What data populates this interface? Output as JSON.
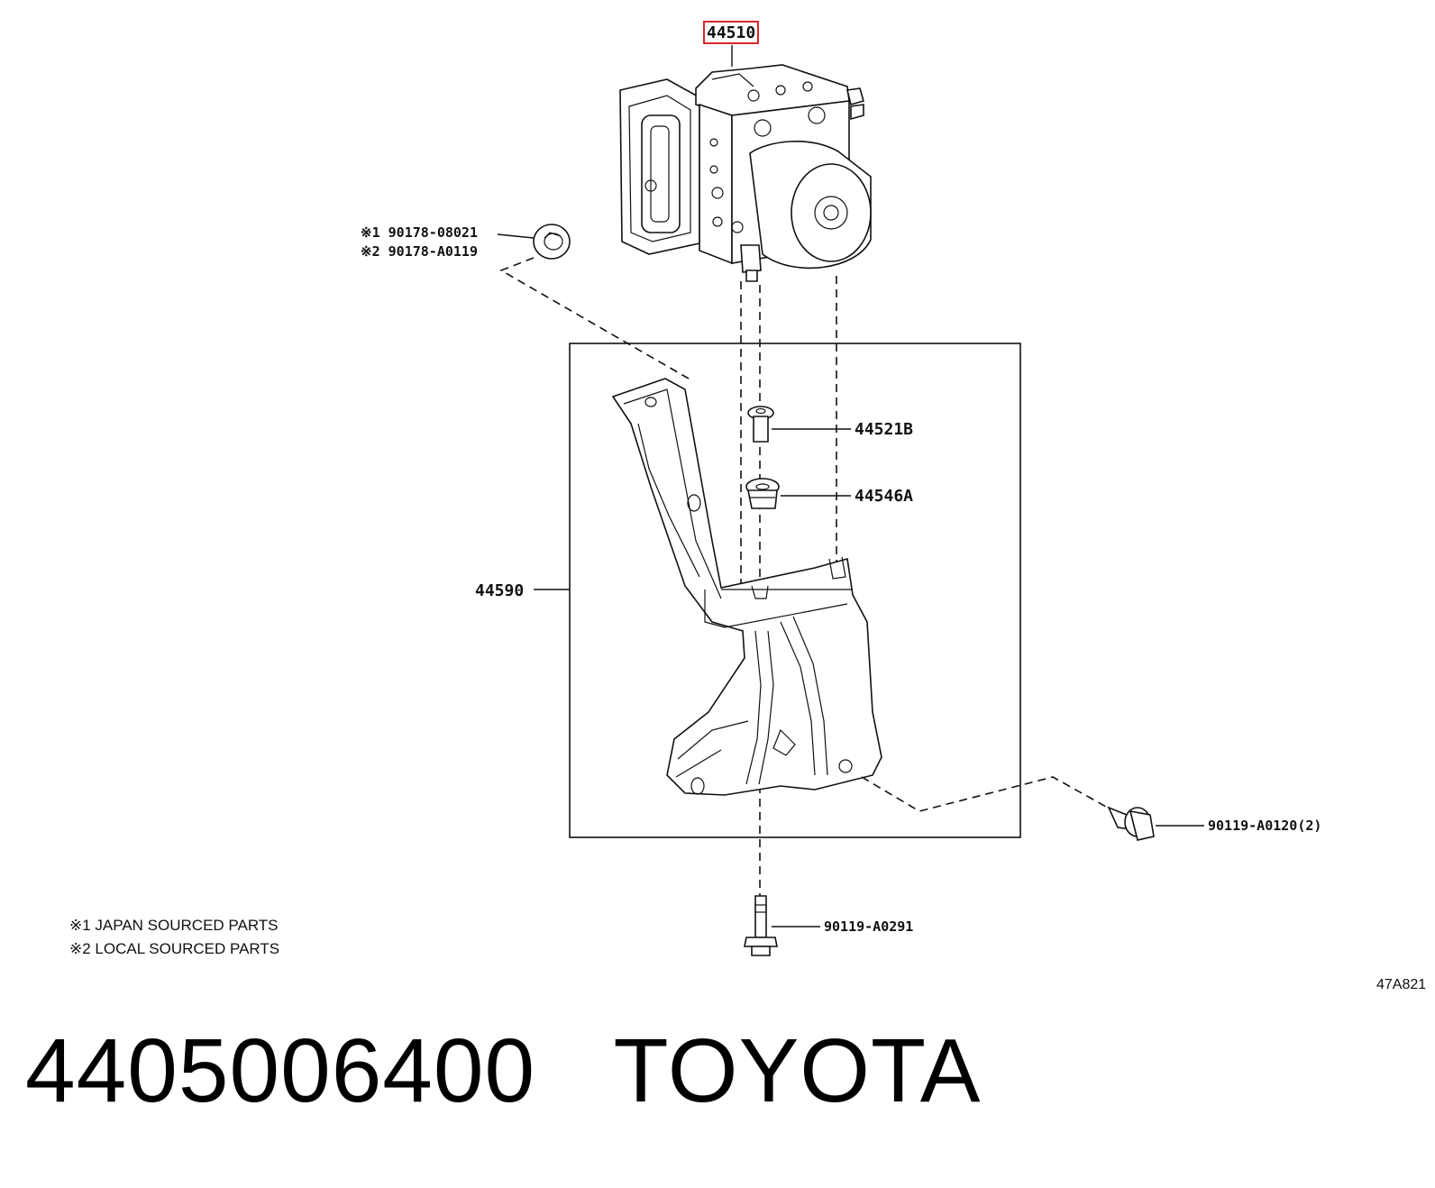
{
  "callouts": {
    "actuator": "44510",
    "nut_japan": "※1 90178-08021",
    "nut_local": "※2 90178-A0119",
    "grommet_collar": "44521B",
    "grommet": "44546A",
    "bracket": "44590",
    "bolt_side": "90119-A0120(2)",
    "bolt_bottom": "90119-A0291"
  },
  "notes": {
    "line1": "※1 JAPAN SOURCED PARTS",
    "line2": "※2 LOCAL SOURCED PARTS"
  },
  "diagram_code": "47A821",
  "footer": {
    "part_number": "4405006400",
    "brand": "TOYOTA"
  },
  "colors": {
    "highlight_box": "#d9262e",
    "line": "#111111"
  }
}
